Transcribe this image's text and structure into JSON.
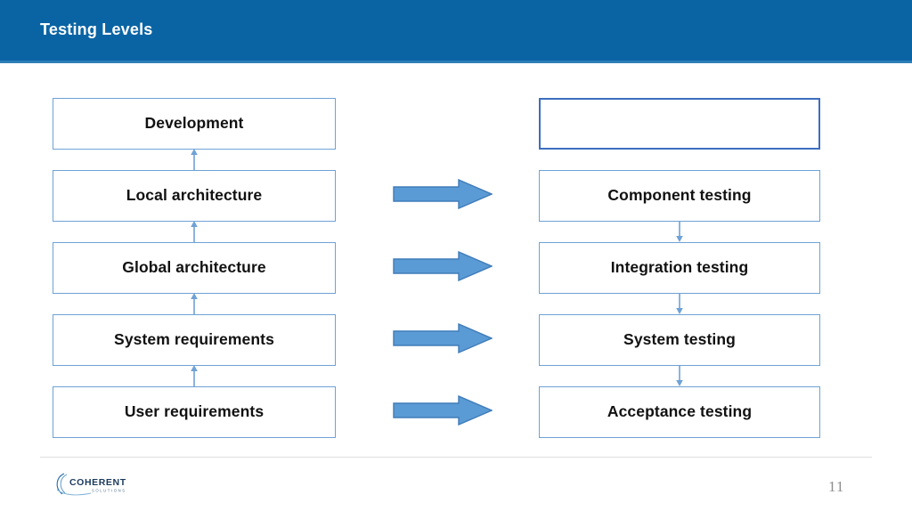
{
  "header": {
    "title": "Testing Levels",
    "bg_color": "#0a64a4",
    "text_color": "#ffffff"
  },
  "diagram": {
    "type": "v-model",
    "box_border_color": "#6fa2d6",
    "highlight_border_color": "#3d6ec0",
    "block_arrow_fill": "#5b9bd5",
    "block_arrow_stroke": "#3f7cb8",
    "connector_color": "#6fa2d6",
    "left_column": [
      {
        "label": "Development"
      },
      {
        "label": "Local architecture"
      },
      {
        "label": "Global architecture"
      },
      {
        "label": "System requirements"
      },
      {
        "label": "User requirements"
      }
    ],
    "right_column": [
      {
        "label": "",
        "highlight": true
      },
      {
        "label": "Component testing",
        "highlight": false
      },
      {
        "label": "Integration testing",
        "highlight": false
      },
      {
        "label": "System testing",
        "highlight": false
      },
      {
        "label": "Acceptance testing",
        "highlight": false
      }
    ],
    "left_connectors_direction": "up",
    "right_connectors_direction": "down",
    "cross_arrows": 4,
    "cross_arrow_direction": "right"
  },
  "footer": {
    "logo_primary": "COHERENT",
    "logo_secondary": "SOLUTIONS",
    "logo_color": "#1b3a5c",
    "page_number": "11"
  }
}
